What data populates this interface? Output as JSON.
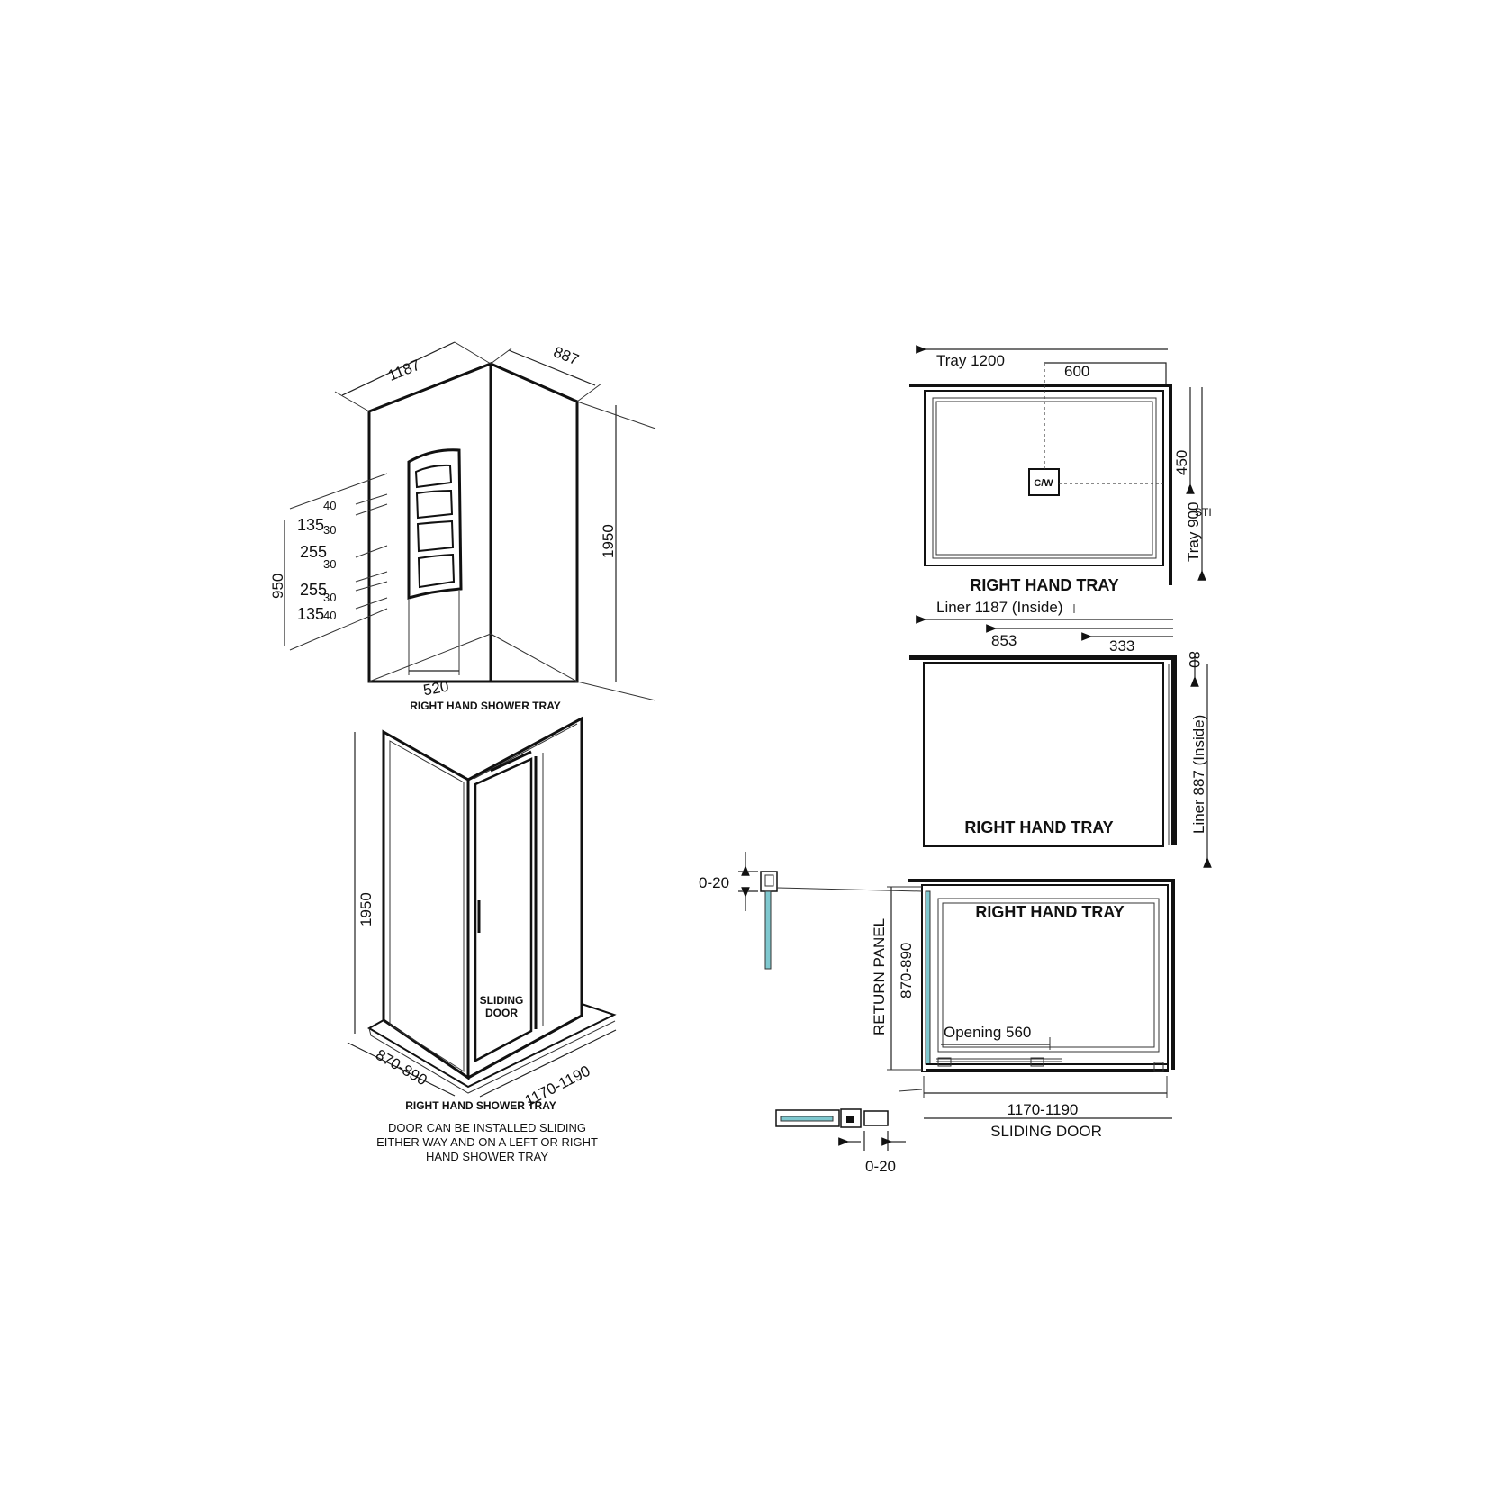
{
  "elevation": {
    "width_label": "1187",
    "depth_label": "887",
    "height_label": "1950",
    "shelf_height_label": "950",
    "shelf_width_label": "520",
    "shelf_gaps": [
      "40",
      "135",
      "30",
      "255",
      "30",
      "255",
      "30",
      "135",
      "40"
    ],
    "caption": "RIGHT HAND SHOWER TRAY"
  },
  "enclosure": {
    "height_label": "1950",
    "return_label": "870-890",
    "front_label": "1170-1190",
    "door_label_line1": "SLIDING",
    "door_label_line2": "DOOR",
    "caption": "RIGHT HAND SHOWER TRAY",
    "note_lines": [
      "DOOR CAN BE INSTALLED SLIDING",
      "EITHER WAY AND ON A LEFT OR RIGHT",
      "HAND SHOWER TRAY"
    ]
  },
  "tray_plan": {
    "tray_width_label": "Tray 1200",
    "waste_x_label": "600",
    "waste_y_label": "450",
    "tray_depth_label": "Tray 900",
    "stub_label": "STI",
    "waste_label": "C/W",
    "title": "RIGHT HAND TRAY"
  },
  "liner_plan": {
    "liner_width_label": "Liner 1187 (Inside)",
    "dim_853": "853",
    "dim_333": "333",
    "dim_80": "80",
    "liner_depth_label": "Liner 887 (Inside)",
    "title": "RIGHT HAND TRAY"
  },
  "door_plan": {
    "title": "RIGHT HAND TRAY",
    "return_panel_label": "RETURN PANEL",
    "return_range_label": "870-890",
    "opening_label": "Opening 560",
    "width_range_label": "1170-1190",
    "sliding_door_label": "SLIDING DOOR",
    "adjust_top_label": "0-20",
    "adjust_bottom_label": "0-20"
  },
  "colors": {
    "line": "#111111",
    "glass": "#7fc8cf"
  }
}
